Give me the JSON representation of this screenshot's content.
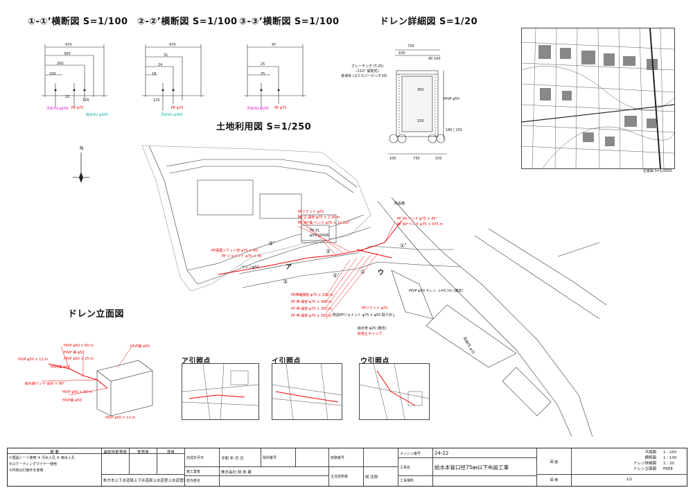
{
  "titles": {
    "section1": "①-①’横断図 S=1/100",
    "section2": "②-②’横断図 S=1/100",
    "section3": "③-③’横断図 S=1/100",
    "drain_detail": "ドレン詳細図 S=1/20",
    "land_use": "土地利用図 S=1/250",
    "drain_elevation": "ドレン立面図",
    "ref_a": "ア引照点",
    "ref_i": "イ引照点",
    "ref_u": "ウ引照点"
  },
  "section_dims": {
    "s1": [
      "470",
      "300",
      "200",
      "100",
      "22",
      "125"
    ],
    "s2": [
      "470",
      "31",
      "24",
      "18",
      "125"
    ],
    "s3": [
      "47",
      "25",
      "25"
    ]
  },
  "section_labels": {
    "s1": [
      "汚水VU φ150",
      "PE φ75",
      "雨水VU φ200"
    ],
    "s2": [
      "PE φ75",
      "汚水VU φ300"
    ],
    "s3": [
      "汚水VU φ150",
      "PE φ75"
    ]
  },
  "drain_detail": {
    "dims_top": [
      "730",
      "100",
      "90 100"
    ],
    "dims_bottom": [
      "100",
      "730",
      "100"
    ],
    "dims_side": [
      "300",
      "150"
    ],
    "right_dims": [
      "180 | 150"
    ],
    "grating_label": "グレーチング (T-25)",
    "grating_sub": "(110° 開閉式)",
    "grating_sub2": "普通目 (ヨクスパーピッチ30)",
    "pipe_label": "HIVP φ50"
  },
  "key_map_caption": "位置図 S=1/2500",
  "north": "N",
  "map_labels": {
    "callouts_red": [
      "PPソケット φ75",
      "PP 立 曲管 φ75 × 2.16 m",
      "PP 90°曲 ペンド φ75 × 22 1/2°",
      "PP 90 ペンド φ75 × 45°",
      "PP 90°ペンド φ75 × 475 m",
      "PE保護ソケット管 φ75 × 45°",
      "PP ジョイント φ75 × 45",
      "PE伸縮接管 φ75 × 200 m",
      "PPソケット φ75",
      "PP 伸 曲管 φ75 × 300 m",
      "PP 伸 曲管 φ75 × 300 m",
      "PP 伸 曲管 φ75 × 300 m",
      "既設PPジョイント φ75 × φ50 取り外し",
      "給水管 φ25 (撤去)",
      "仮栓止キャップ"
    ],
    "other": [
      "ドレンφ50",
      "既設備",
      "HIVP φ50 ドレン",
      "L=0.7m (撤去)",
      "既設PE φ75",
      "TP-31",
      "φ50-10008"
    ],
    "points": [
      "ア",
      "ウ",
      "①",
      "②",
      "③",
      "①’",
      "②’",
      "③’"
    ]
  },
  "elevation_labels": [
    "HIVP φ50 × 60 m",
    "HIVP曲 φ50",
    "HIVP 曲 φ50",
    "HIVP φ50 × 11 m",
    "HIVP曲 φ50",
    "給水曲ペンド φ50 × 90°",
    "HIVP φ50 × 60 m",
    "HIVP曲 φ50",
    "HIVP φ50 × 12 m",
    "HIVP φ50 × 25 m"
  ],
  "title_block": {
    "notes_header": "摘 要",
    "notes": [
      "①埋設シート使用 ④ 汚水入孔 ⑥ 雨水入孔",
      "⑤ロケーティングワイヤー使用",
      "③円管は打継手を使用"
    ],
    "heads": [
      "副総括監督員",
      "監督員",
      "係員"
    ],
    "completion_label": "完成年月日",
    "completion_value": "令和  年  月  日",
    "reg_label": "除却番号",
    "contractor_label": "施工業者",
    "contractor_value": "株式会社 岡 技 建",
    "manager_label": "主任技術者",
    "manager_value": "岡  北郎",
    "office_label": "担当者名",
    "dept": "秋方市上下水道局上下水道部上水道室上水道管理課",
    "mgmt_label": "管路番号",
    "mesh_label": "メッシュ番号",
    "mesh_value": "24-22",
    "work_label": "工事名",
    "work_value": "給水本管口径75㎜以下布設工事",
    "place_label": "工事場所",
    "dwg_label": "図 面",
    "name_label": "図 番",
    "scales": [
      [
        "平面図",
        "1 : 250"
      ],
      [
        "横断図",
        "1 : 100"
      ],
      [
        "ドレン詳細図",
        "1 : 20"
      ],
      [
        "ドレン立面図",
        "FREE"
      ]
    ],
    "sheet": "1/1"
  },
  "colors": {
    "red": "#e00000",
    "magenta": "#d000c0",
    "cyan": "#00aaaa"
  }
}
